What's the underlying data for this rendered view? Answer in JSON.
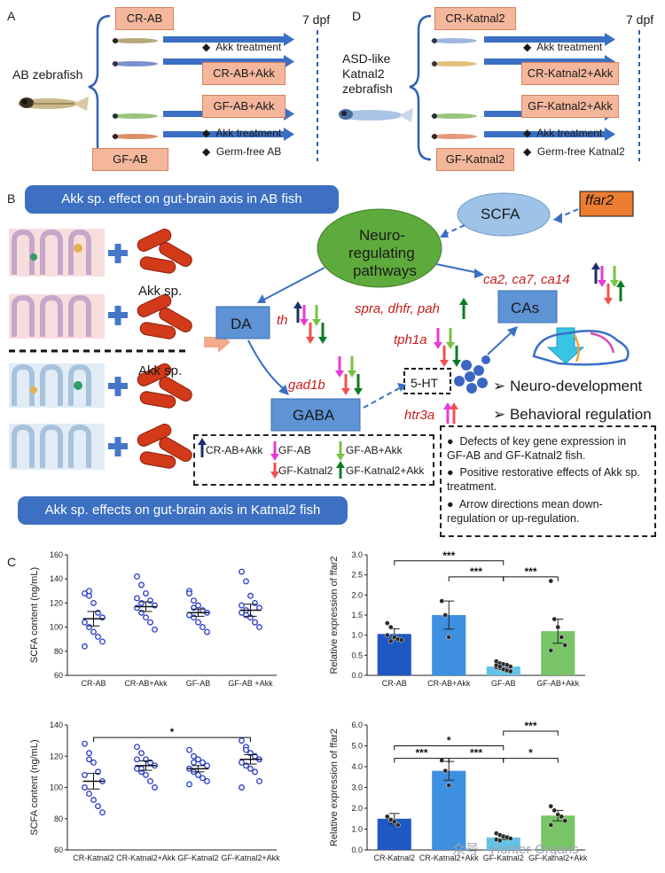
{
  "panelA": {
    "label": "A",
    "fish_label": "AB zebrafish",
    "cr_box": "CR-AB",
    "cr_akk_box": "CR-AB+Akk",
    "gf_akk_box": "GF-AB+Akk",
    "gf_box": "GF-AB",
    "akk1": "Akk treatment",
    "akk2": "Akk treatment",
    "germfree": "Germ-free AB",
    "dpf": "7 dpf"
  },
  "panelD": {
    "label": "D",
    "fish_label": "ASD-like Katnal2 zebrafish",
    "fish_label_l1": "ASD-like",
    "fish_label_l2": "Katnal2",
    "fish_label_l3": "zebrafish",
    "cr_box": "CR-Katnal2",
    "cr_akk_box": "CR-Katnal2+Akk",
    "gf_akk_box": "GF-Katnal2+Akk",
    "gf_box": "GF-Katnal2",
    "akk1": "Akk treatment",
    "akk2": "Akk treatment",
    "germfree": "Germ-free Katnal2",
    "dpf": "7 dpf"
  },
  "panelB": {
    "label": "B",
    "banner_top": "Akk sp. effect on gut-brain axis in AB fish",
    "banner_bottom": "Akk sp. effects on gut-brain axis in Katnal2 fish",
    "akk_sp_1": "Akk sp.",
    "akk_sp_2": "Akk sp.",
    "neuro_l1": "Neuro-",
    "neuro_l2": "regulating",
    "neuro_l3": "pathways",
    "scfa": "SCFA",
    "ffar2": "ffar2",
    "da": "DA",
    "gaba": "GABA",
    "cas": "CAs",
    "ht5": "5-HT",
    "genes": {
      "th": "th",
      "ca": "ca2, ca7, ca14",
      "spra": "spra, dhfr, pah",
      "tph1a": "tph1a",
      "gad1b": "gad1b",
      "htr3a": "htr3a"
    },
    "outcomes": [
      "Neuro-development",
      "Behavioral regulation"
    ],
    "legend": {
      "cr_ab_akk": "CR-AB+Akk",
      "gf_ab": "GF-AB",
      "gf_ab_akk": "GF-AB+Akk",
      "gf_katnal2": "GF-Katnal2",
      "gf_katnal2_akk": "GF-Katnal2+Akk"
    },
    "notes": [
      "Defects of key gene expression in GF-AB and GF-Katnal2 fish.",
      "Positive restorative effects of Akk sp. treatment.",
      "Arrow directions mean down-regulation or up-regulation."
    ]
  },
  "panelC": {
    "label": "C"
  },
  "watermark": "众号 · Hunter-Organs",
  "colors": {
    "orange_box": "#f4b79c",
    "blue_banner": "#3d70c2",
    "neuro_green": "#5faa3c",
    "scfa_blue": "#9ec3e6",
    "ffar2_orange": "#ed7d31",
    "gene_red": "#c61c1c",
    "bar_cr": "#1f57c3",
    "bar_cr_akk": "#3d8fe0",
    "bar_gf": "#62c3e6",
    "bar_gf_akk": "#78c466"
  },
  "chart_data": [
    {
      "type": "scatter",
      "ylabel": "SCFA content (ng/mL)",
      "categories": [
        "CR-AB",
        "CR-AB+Akk",
        "GF-AB",
        "GF-AB +Akk"
      ],
      "ylim": [
        60,
        160
      ],
      "yticks": [
        60,
        80,
        100,
        120,
        140,
        160
      ],
      "means": [
        107,
        117,
        112,
        114
      ],
      "sem": [
        6,
        4,
        3,
        5
      ],
      "points": [
        [
          128,
          126,
          120,
          112,
          108,
          104,
          100,
          96,
          92,
          88,
          84,
          130
        ],
        [
          142,
          135,
          128,
          122,
          118,
          116,
          112,
          108,
          104,
          98,
          124,
          120
        ],
        [
          130,
          122,
          118,
          114,
          112,
          110,
          108,
          104,
          100,
          96,
          128,
          116
        ],
        [
          146,
          138,
          126,
          120,
          116,
          112,
          110,
          108,
          104,
          100,
          118,
          114
        ]
      ],
      "significance": []
    },
    {
      "type": "bar",
      "ylabel": "Relative expression of ffar2",
      "categories": [
        "CR-AB",
        "CR-AB+Akk",
        "GF-AB",
        "GF-AB+Akk"
      ],
      "values": [
        1.03,
        1.5,
        0.22,
        1.1
      ],
      "errors": [
        0.13,
        0.35,
        0.04,
        0.3
      ],
      "ylim": [
        0,
        3.0
      ],
      "yticks": [
        0.0,
        0.5,
        1.0,
        1.5,
        2.0,
        2.5,
        3.0
      ],
      "points": [
        [
          1.3,
          1.2,
          0.95,
          0.9,
          0.88,
          1.0,
          0.85
        ],
        [
          1.85,
          1.5,
          0.95
        ],
        [
          0.35,
          0.3,
          0.28,
          0.26,
          0.22,
          0.2,
          0.18,
          0.15,
          0.12,
          0.1,
          0.25,
          0.22
        ],
        [
          2.35,
          1.4,
          1.2,
          0.95,
          0.75,
          0.62
        ]
      ],
      "significance": [
        {
          "from": 0,
          "to": 2,
          "label": "***",
          "level": 2.85
        },
        {
          "from": 1,
          "to": 2,
          "label": "***",
          "level": 2.45
        },
        {
          "from": 2,
          "to": 3,
          "label": "***",
          "level": 2.45
        }
      ]
    },
    {
      "type": "scatter",
      "ylabel": "SCFA content (ng/mL)",
      "categories": [
        "CR-Katnal2",
        "CR-Katnal2+Akk",
        "GF-Katnal2",
        "GF-Katnal2+Akk"
      ],
      "ylim": [
        60,
        140
      ],
      "yticks": [
        60,
        80,
        100,
        120,
        140
      ],
      "means": [
        104,
        114,
        112,
        118
      ],
      "sem": [
        5,
        3,
        2,
        3
      ],
      "points": [
        [
          128,
          122,
          116,
          110,
          104,
          100,
          96,
          92,
          88,
          84,
          108,
          118
        ],
        [
          126,
          122,
          118,
          116,
          114,
          112,
          110,
          108,
          104,
          100,
          118,
          112
        ],
        [
          124,
          120,
          118,
          116,
          114,
          112,
          110,
          108,
          106,
          104,
          102,
          116
        ],
        [
          130,
          126,
          122,
          120,
          118,
          116,
          114,
          112,
          110,
          104,
          100,
          124
        ]
      ],
      "significance": [
        {
          "from": 0,
          "to": 3,
          "label": "*",
          "level": 132
        }
      ]
    },
    {
      "type": "bar",
      "ylabel": "Relative expression of ffar2",
      "categories": [
        "CR-Katnal2",
        "CR-Katnal2+Akk",
        "GF-Katnal2",
        "GF-Katnal2+Akk"
      ],
      "values": [
        1.5,
        3.8,
        0.6,
        1.65
      ],
      "errors": [
        0.25,
        0.45,
        0.1,
        0.25
      ],
      "ylim": [
        0,
        6.0
      ],
      "yticks": [
        0.0,
        1.0,
        2.0,
        3.0,
        4.0,
        5.0,
        6.0
      ],
      "points": [
        [
          1.6,
          1.45,
          1.35,
          1.2
        ],
        [
          4.3,
          3.8,
          3.1
        ],
        [
          0.8,
          0.72,
          0.65,
          0.6,
          0.55,
          0.5,
          0.45
        ],
        [
          2.1,
          1.9,
          1.7,
          1.6,
          1.4,
          1.2
        ]
      ],
      "significance": [
        {
          "from": 0,
          "to": 2,
          "label": "*",
          "level": 5.0
        },
        {
          "from": 2,
          "to": 3,
          "label": "***",
          "level": 5.7
        },
        {
          "from": 0,
          "to": 1,
          "label": "***",
          "level": 4.4
        },
        {
          "from": 1,
          "to": 2,
          "label": "***",
          "level": 4.4
        },
        {
          "from": 2,
          "to": 3,
          "label": "*",
          "level": 4.4
        }
      ]
    }
  ]
}
